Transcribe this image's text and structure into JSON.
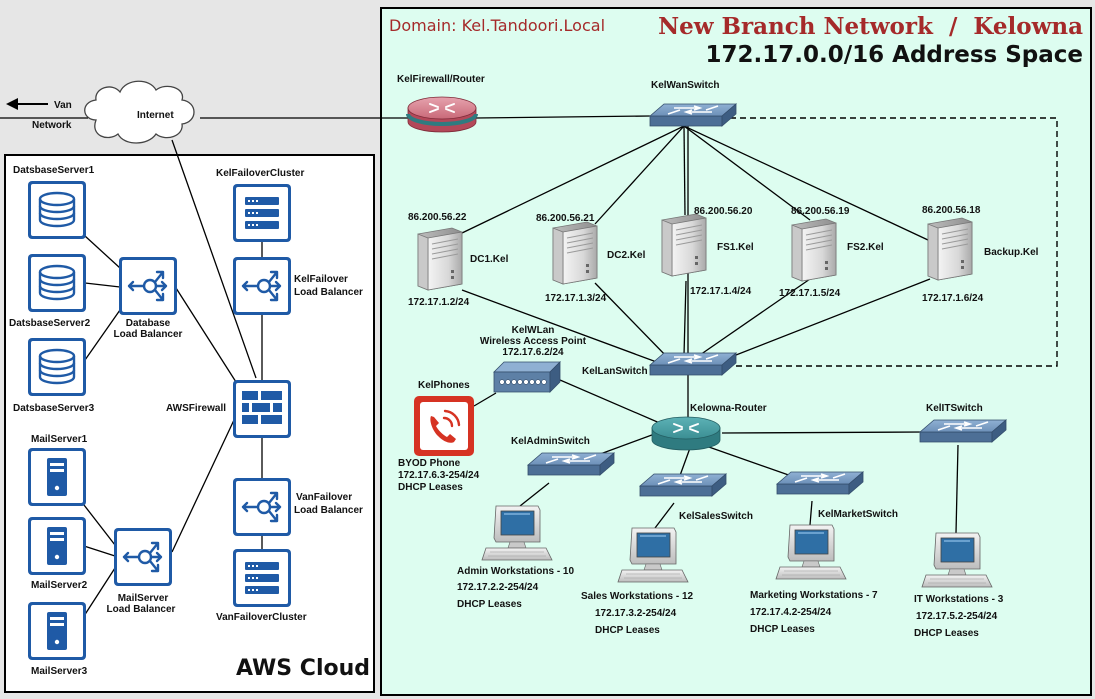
{
  "header": {
    "domain": "Domain: Kel.Tandoori.Local",
    "title": "New Branch Network  /  Kelowna",
    "subtitle": "172.17.0.0/16 Address Space"
  },
  "aws": {
    "label": "AWS Cloud",
    "db1": "DatsbaseServer1",
    "db2": "DatsbaseServer2",
    "db3": "DatsbaseServer3",
    "db_lb": [
      "Database",
      "Load Balancer"
    ],
    "kfc": "KelFailoverCluster",
    "kflb": [
      "KelFailover",
      "Load Balancer"
    ],
    "fw": "AWSFirewall",
    "mail1": "MailServer1",
    "mail2": "MailServer2",
    "mail3": "MailServer3",
    "mail_lb": [
      "MailServer",
      "Load Balancer"
    ],
    "vflb": [
      "VanFailover",
      "Load Balancer"
    ],
    "vfc": "VanFailoverCluster"
  },
  "internet": {
    "label": "Internet",
    "van": [
      "Van",
      "Network"
    ]
  },
  "kelowna": {
    "firewall": "KelFirewall/Router",
    "wan_switch": "KelWanSwitch",
    "lan_switch": "KelLanSwitch",
    "router": "Kelowna-Router",
    "wlan": [
      "KelWLan",
      "Wireless Access Point",
      "172.17.6.2/24"
    ],
    "phones": "KelPhones",
    "byod": [
      "BYOD Phone",
      "172.17.6.3-254/24",
      "DHCP Leases"
    ],
    "servers": [
      {
        "ext": "86.200.56.22",
        "name": "DC1.Kel",
        "ip": "172.17.1.2/24"
      },
      {
        "ext": "86.200.56.21",
        "name": "DC2.Kel",
        "ip": "172.17.1.3/24"
      },
      {
        "ext": "86.200.56.20",
        "name": "FS1.Kel",
        "ip": "172.17.1.4/24"
      },
      {
        "ext": "86.200.56.19",
        "name": "FS2.Kel",
        "ip": "172.17.1.5/24"
      },
      {
        "ext": "86.200.56.18",
        "name": "Backup.Kel",
        "ip": "172.17.1.6/24"
      }
    ],
    "switches": {
      "admin": "KelAdminSwitch",
      "sales": "KelSalesSwitch",
      "market": "KelMarketSwitch",
      "it": "KelITSwitch"
    },
    "workstations": {
      "admin": [
        "Admin Workstations - 10",
        "172.17.2.2-254/24",
        "DHCP Leases"
      ],
      "sales": [
        "Sales Workstations - 12",
        "172.17.3.2-254/24",
        "DHCP Leases"
      ],
      "market": [
        "Marketing Workstations - 7",
        "172.17.4.2-254/24",
        "DHCP Leases"
      ],
      "it": [
        "IT Workstations - 3",
        "172.17.5.2-254/24",
        "DHCP Leases"
      ]
    }
  },
  "colors": {
    "kelowna_bg": "#ddfdf0",
    "aws_bg": "#ffffff",
    "outer_bg": "#e6e6e6",
    "title_red": "#a52a2a",
    "aws_blue": "#1f5aa6",
    "device_blue": "#5d80a6",
    "router_teal": "#3f8f96",
    "firewall_red": "#c25060",
    "phone_red": "#d63323"
  }
}
